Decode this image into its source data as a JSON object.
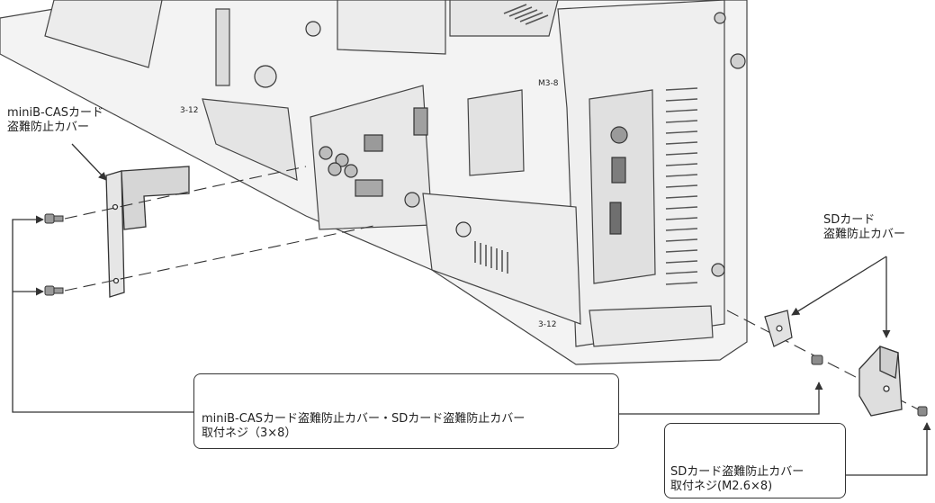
{
  "labels": {
    "minib_cover": [
      "miniB-CASカード",
      "盗難防止カバー"
    ],
    "sd_cover": [
      "SDカード",
      "盗難防止カバー"
    ]
  },
  "callouts": {
    "common_screw": [
      "miniB-CASカード盗難防止カバー・SDカード盗難防止カバー",
      "取付ネジ（3×8）"
    ],
    "sd_screw": [
      "SDカード盗難防止カバー",
      "取付ネジ(M2.6×8)"
    ]
  },
  "panel_markings": [
    "3-12",
    "M3-8",
    "3-12"
  ],
  "colors": {
    "line": "#333333",
    "panel": "#f2f2f2",
    "shade": "#d9d9d9",
    "dark": "#8a8a8a"
  }
}
